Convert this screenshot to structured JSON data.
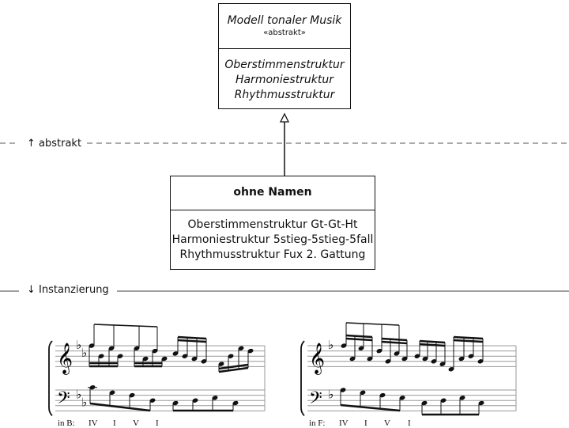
{
  "abstract_class": {
    "title": "Modell tonaler Musik",
    "stereotype": "«abstrakt»",
    "attributes": [
      "Oberstimmenstruktur",
      "Harmoniestruktur",
      "Rhythmusstruktur"
    ]
  },
  "separators": {
    "abstract_label": "↑ abstrakt",
    "instantiation_label": "↓ Instanzierung"
  },
  "concrete_class": {
    "title": "ohne Namen",
    "attributes": [
      "Oberstimmenstruktur Gt-Gt-Ht",
      "Harmoniestruktur 5stieg-5stieg-5fall",
      "Rhythmusstruktur Fux 2. Gattung"
    ]
  },
  "examples": [
    {
      "key_label": "in B:",
      "key_signature_flats": 2,
      "harmony": [
        "IV",
        "I",
        "V",
        "I"
      ]
    },
    {
      "key_label": "in F:",
      "key_signature_flats": 1,
      "harmony": [
        "IV",
        "I",
        "V",
        "I"
      ]
    }
  ]
}
